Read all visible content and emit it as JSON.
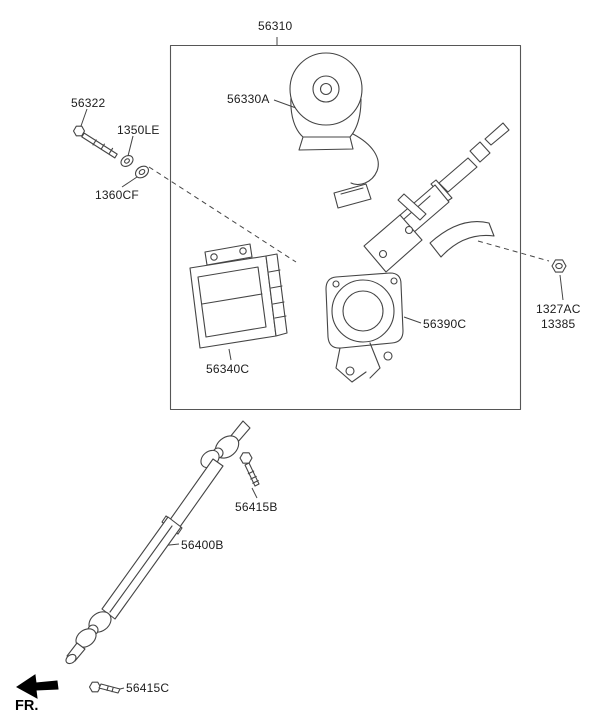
{
  "diagram": {
    "kind": "steering-column-parts-diagram",
    "direction_indicator": "FR.",
    "part_labels": {
      "p56310": "56310",
      "p56322": "56322",
      "p1350LE": "1350LE",
      "p1360CF": "1360CF",
      "p56330A": "56330A",
      "p56340C": "56340C",
      "p56390C": "56390C",
      "p1327AC": "1327AC",
      "p13385": "13385",
      "p56415B": "56415B",
      "p56400B": "56400B",
      "p56415C": "56415C"
    },
    "colors": {
      "line": "#454545",
      "label_text": "#1c1c1c",
      "background": "#ffffff"
    }
  }
}
